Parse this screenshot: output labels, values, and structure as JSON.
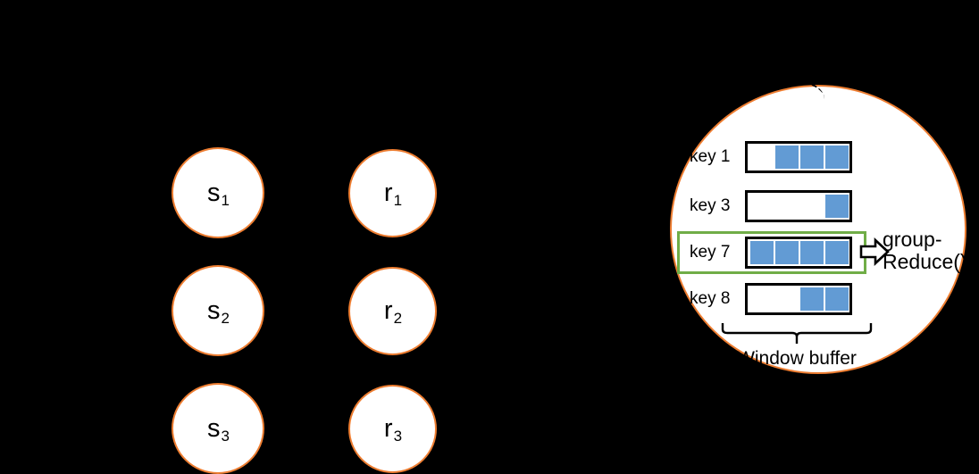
{
  "colors": {
    "background": "#000000",
    "circle_fill": "#FFFFFF",
    "circle_stroke": "#ED7D31",
    "slot_fill": "#629BD4",
    "track_stroke": "#000000",
    "highlight_stroke": "#70AD47",
    "text": "#000000"
  },
  "source_operators": [
    {
      "name": "s1",
      "base": "s",
      "sub": "1"
    },
    {
      "name": "s2",
      "base": "s",
      "sub": "2"
    },
    {
      "name": "s3",
      "base": "s",
      "sub": "3"
    }
  ],
  "relay_operators": [
    {
      "name": "r1",
      "base": "r",
      "sub": "1"
    },
    {
      "name": "r2",
      "base": "r",
      "sub": "2"
    },
    {
      "name": "r3",
      "base": "r",
      "sub": "3"
    }
  ],
  "window_operator": {
    "buffer_capacity": 4,
    "rows": [
      {
        "label": "key 1",
        "filled": 3,
        "highlighted": false
      },
      {
        "label": "key 3",
        "filled": 1,
        "highlighted": false
      },
      {
        "label": "key 7",
        "filled": 4,
        "highlighted": true
      },
      {
        "label": "key 8",
        "filled": 2,
        "highlighted": false
      }
    ],
    "reduce_label_line1": "group-",
    "reduce_label_line2": "Reduce()",
    "brace_caption": "Window buffer"
  }
}
